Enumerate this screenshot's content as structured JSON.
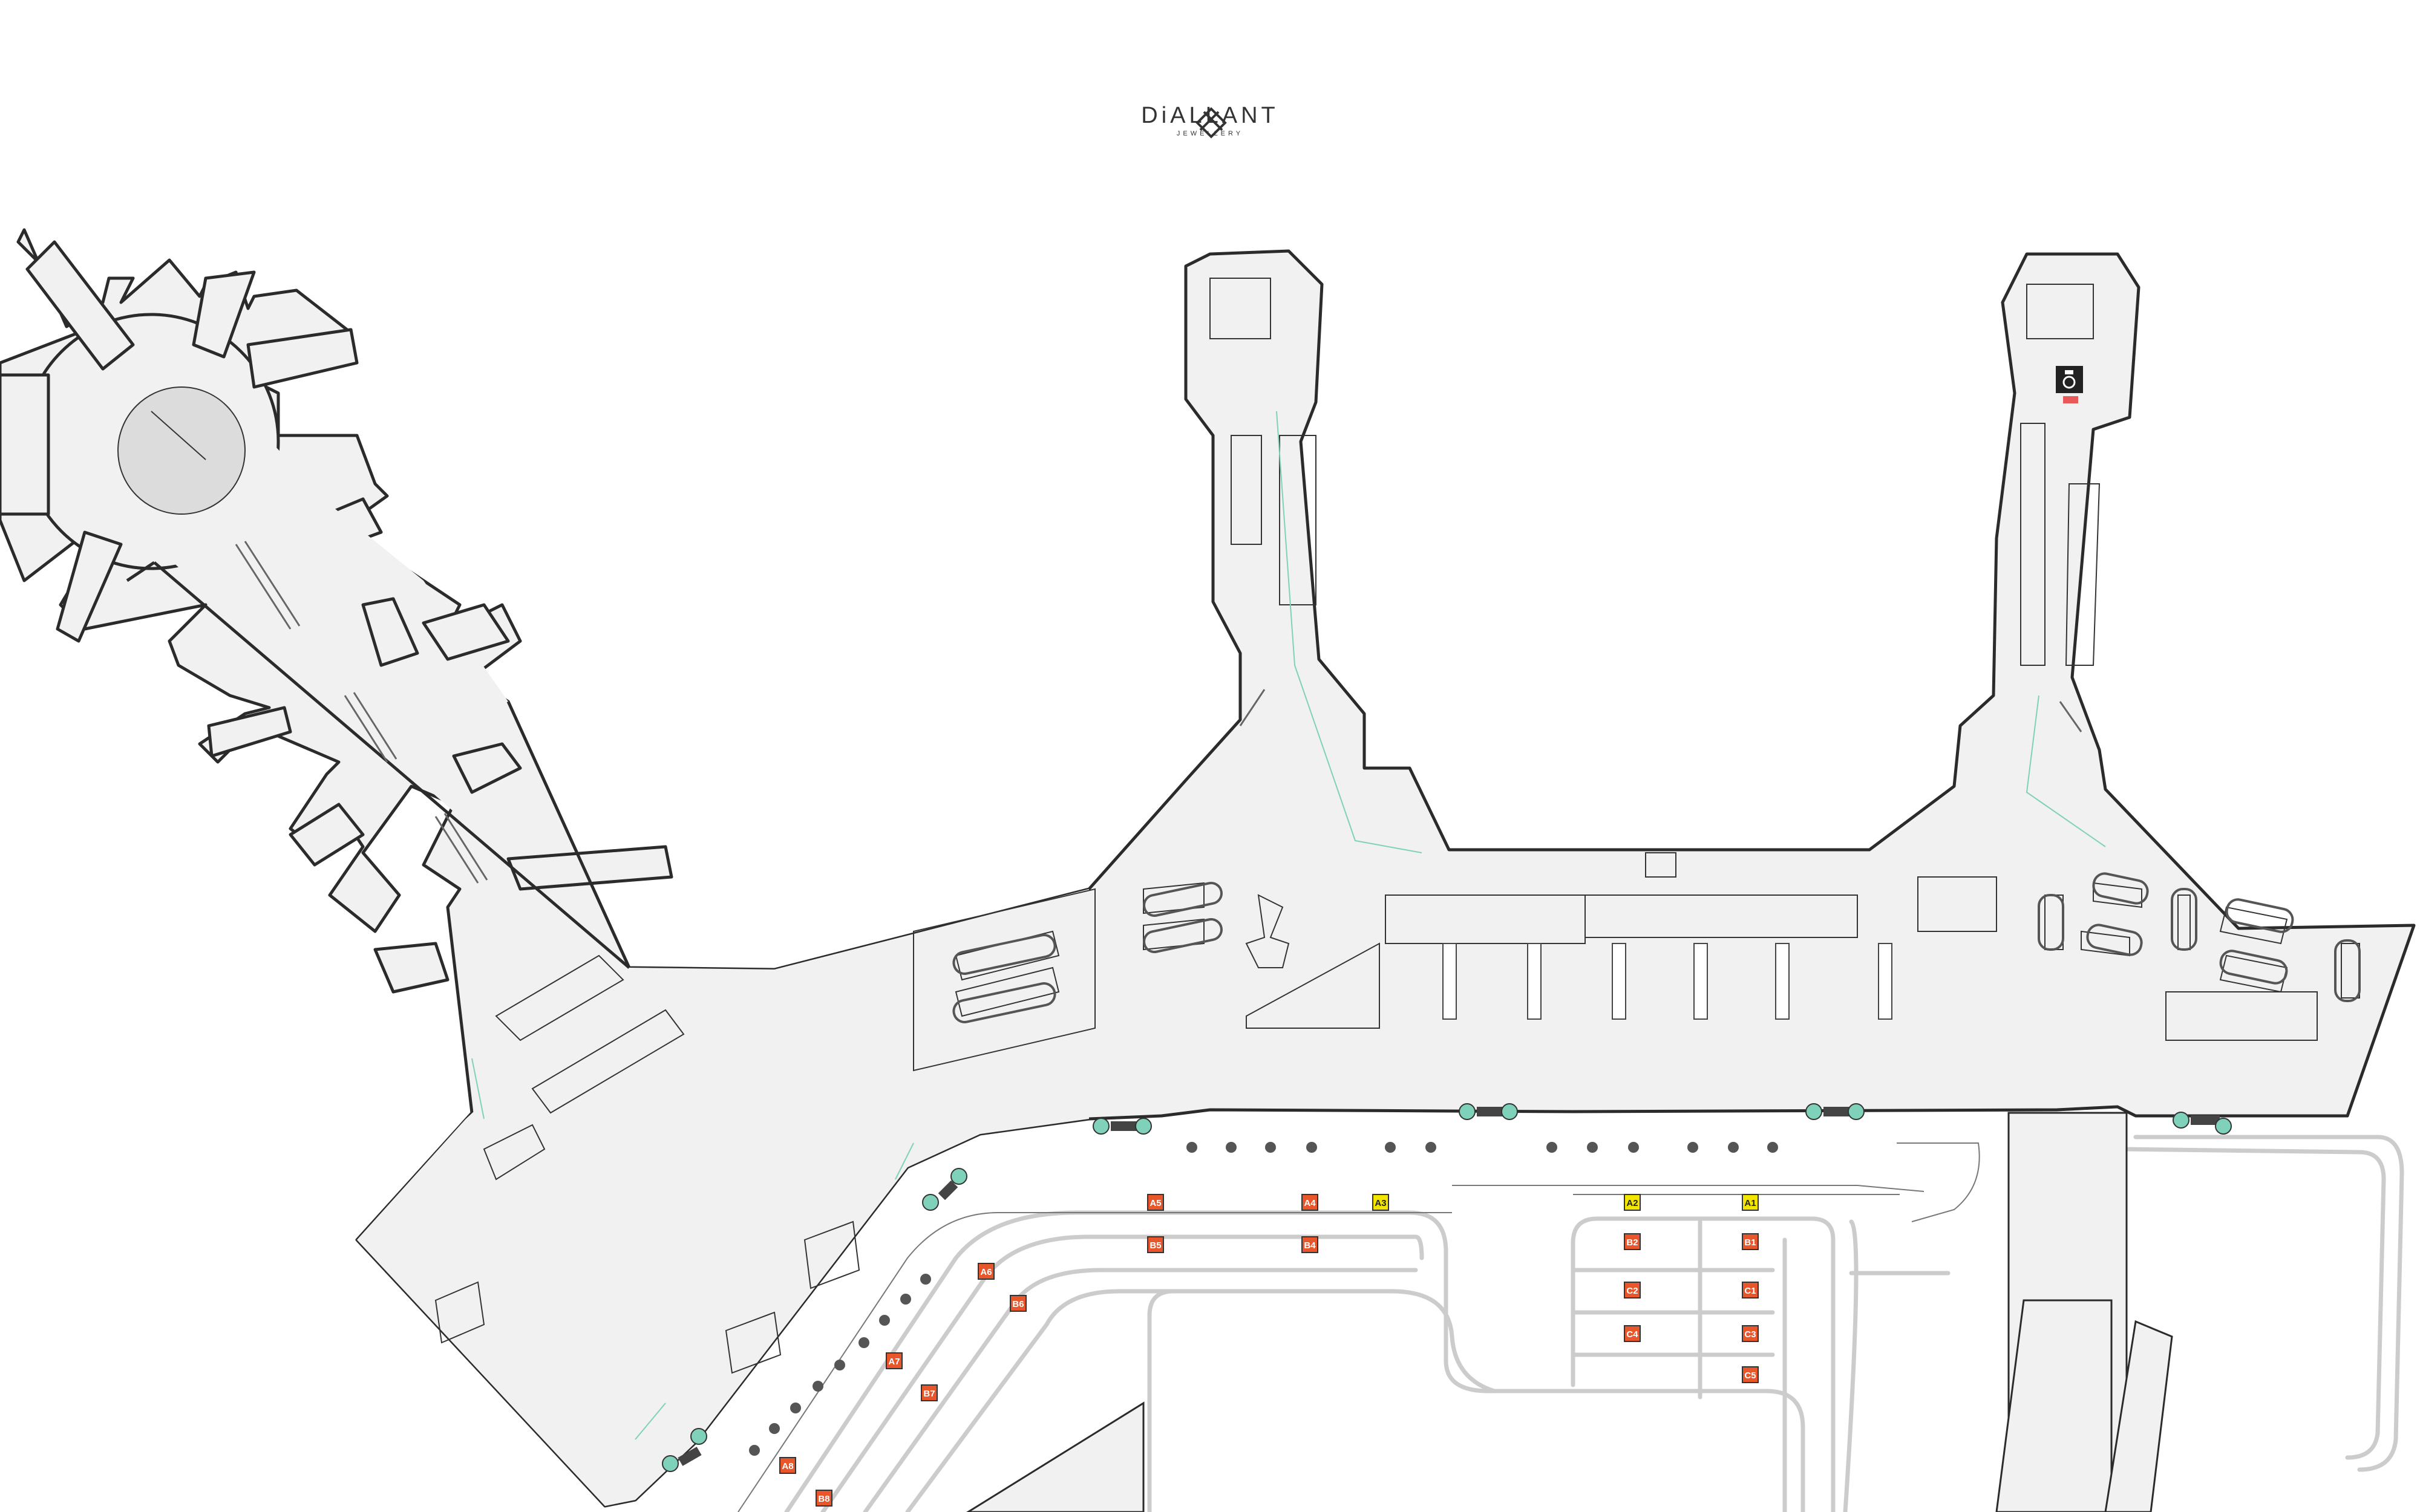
{
  "brand": {
    "name": "DiALLANT",
    "tagline": "JEWELLERY"
  },
  "colors": {
    "floor": "#f1f1f1",
    "wall": "#2b2b2b",
    "road": "#cccccc",
    "parking_marker": "#e8572b",
    "taxi_marker": "#f2e600",
    "store_marker": "#222222",
    "store_accent": "#e85a5a",
    "entrance_marker": "#7fd1b9"
  },
  "markers": {
    "parking_stops": [
      "A5",
      "A4",
      "A6",
      "A7",
      "A8",
      "B5",
      "B4",
      "B6",
      "B7",
      "B8",
      "B2",
      "B1",
      "C2",
      "C1",
      "C4",
      "C3",
      "C5"
    ],
    "taxi_stops": [
      "A3",
      "A2",
      "A1"
    ]
  },
  "store": {
    "icon": "ring-icon",
    "name": "DiALLANT Jewellery"
  },
  "icons": {
    "entrance": "entrance-arrow-icon",
    "logo": "diamond-logo-icon"
  }
}
